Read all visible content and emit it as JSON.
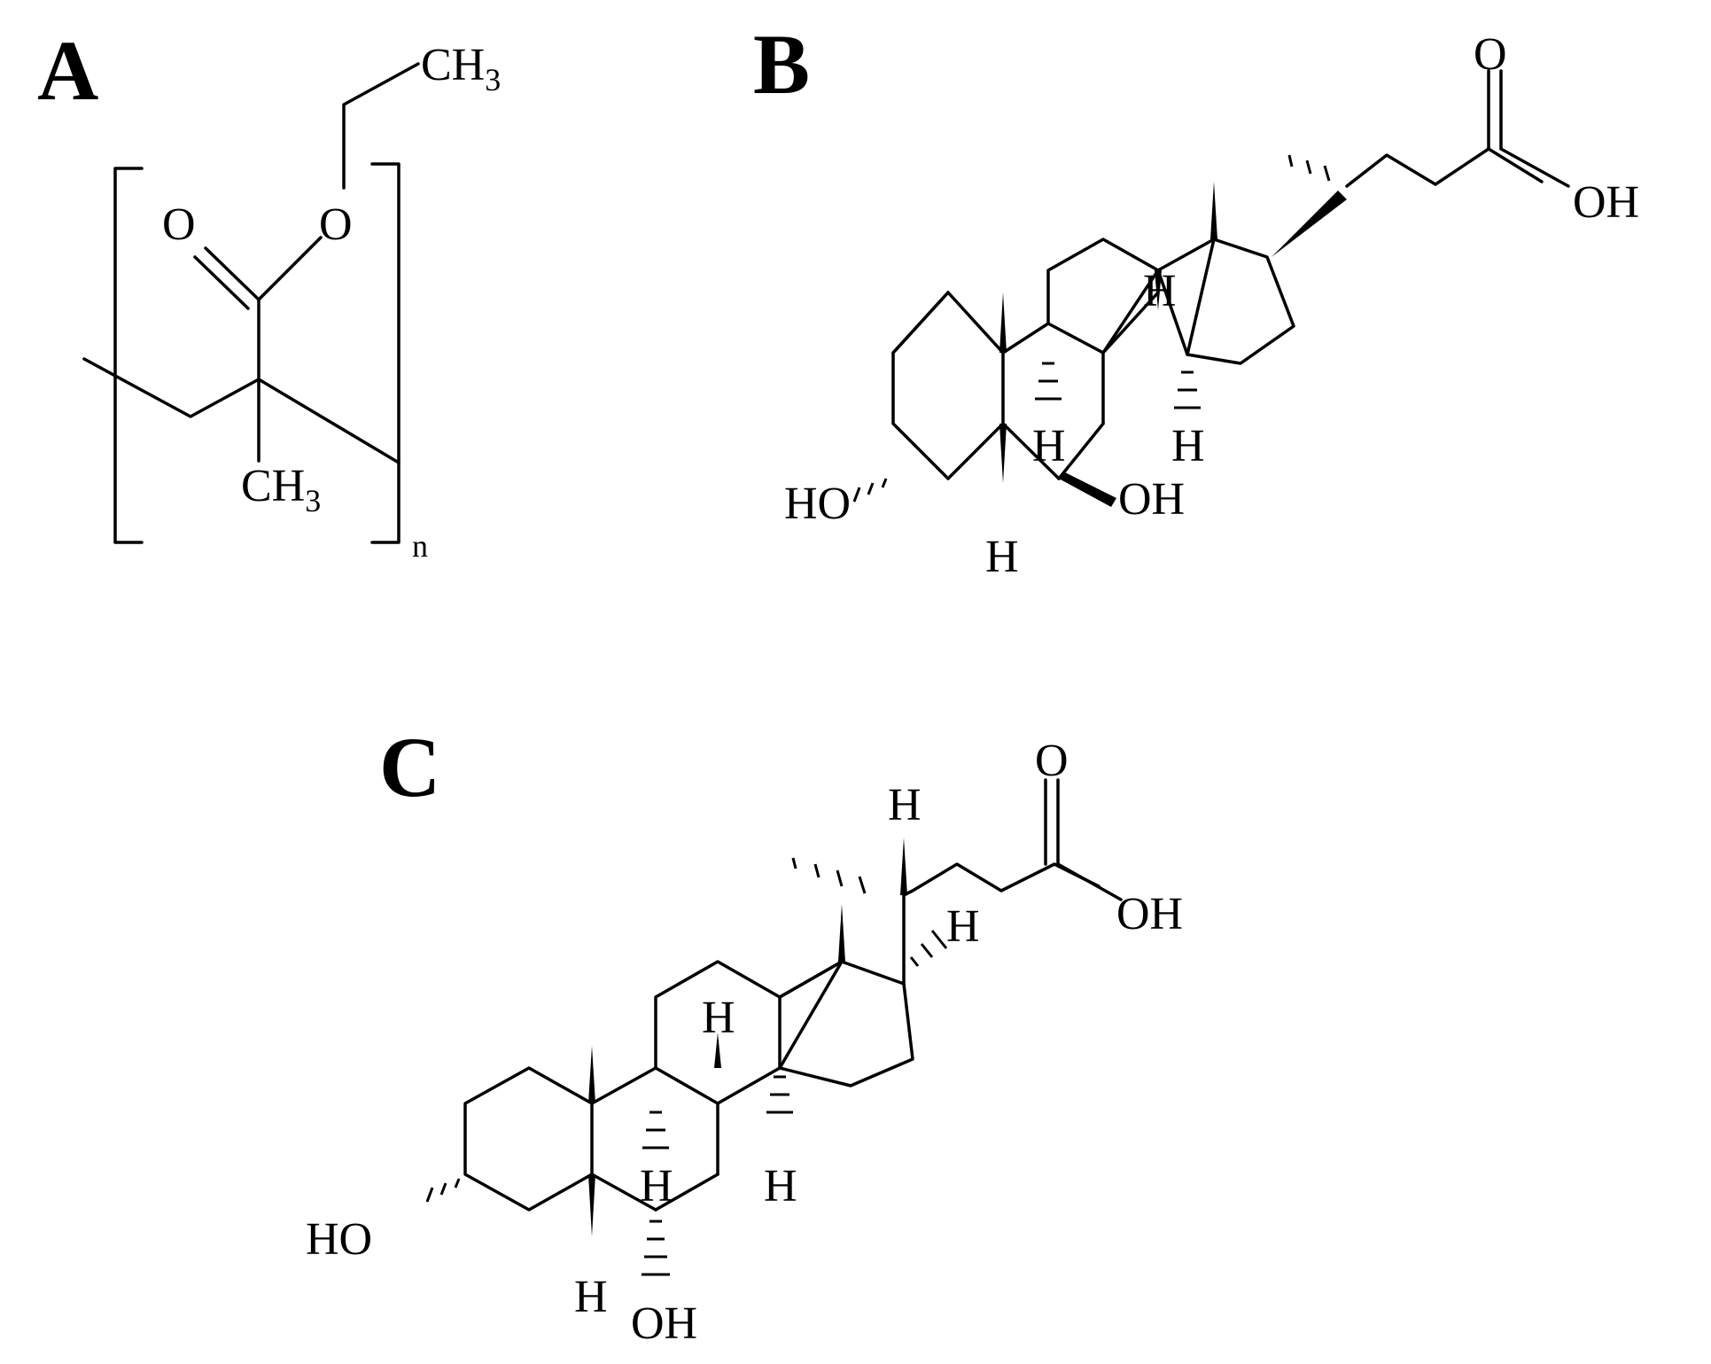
{
  "panels": [
    {
      "id": "A",
      "label": "A"
    },
    {
      "id": "B",
      "label": "B"
    },
    {
      "id": "C",
      "label": "C"
    }
  ],
  "atoms": {
    "a_ch3_top": "CH",
    "a_ch3_top_sub": "3",
    "a_o_carbonyl": "O",
    "a_o_ester": "O",
    "a_ch3_bottom": "CH",
    "a_ch3_bottom_sub": "3",
    "a_repeat_n": "n",
    "b_o": "O",
    "b_oh_acid": "OH",
    "b_h_c14_top": "H",
    "b_h_c9": "H",
    "b_h_c14": "H",
    "b_ho": "HO",
    "b_oh_7": "OH",
    "b_h_c5": "H",
    "c_o": "O",
    "c_h_side_top": "H",
    "c_oh_acid": "OH",
    "c_h_c17": "H",
    "c_h_c8": "H",
    "c_h_c9": "H",
    "c_h_c14": "H",
    "c_ho": "HO",
    "c_h_c5": "H",
    "c_oh_6": "OH"
  },
  "colors": {
    "ink": "#000000",
    "background": "#ffffff"
  }
}
